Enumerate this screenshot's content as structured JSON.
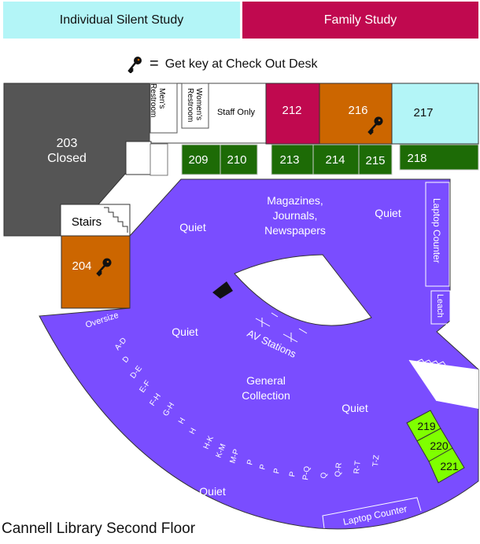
{
  "legend": {
    "individual": {
      "label": "Individual Silent Study",
      "color": "#b3f5f7"
    },
    "family": {
      "label": "Family Study",
      "color": "#c0094f"
    },
    "key_note": {
      "symbol": "=",
      "text": "Get key at Check Out Desk",
      "icon": "key-icon"
    }
  },
  "colors": {
    "closed": "#555555",
    "key_room": "#cc6600",
    "group": "#1d6b06",
    "small": "#7fff00",
    "general": "#7a4dff"
  },
  "rooms": {
    "r203": {
      "number": "203",
      "status": "Closed"
    },
    "r204": "204",
    "r209": "209",
    "r210": "210",
    "r212": "212",
    "r213": "213",
    "r214": "214",
    "r215": "215",
    "r216": "216",
    "r217": "217",
    "r218": "218",
    "r219": "219",
    "r220": "220",
    "r221": "221"
  },
  "labels": {
    "mens": [
      "Men's",
      "Restroom"
    ],
    "womens": [
      "Women's",
      "Restroom"
    ],
    "staff": "Staff Only",
    "stairs": "Stairs",
    "stairs2": "Stairs",
    "magazines": [
      "Magazines,",
      "Journals,",
      "Newspapers"
    ],
    "quiet": "Quiet",
    "laptop_counter": "Laptop Counter",
    "leach": "Leach",
    "oversize": "Oversize",
    "av": "AV Stations",
    "general": [
      "General",
      "Collection"
    ]
  },
  "call_numbers": [
    "A-D",
    "D",
    "D-E",
    "E-F",
    "F-H",
    "G-H",
    "H",
    "H",
    "H-K",
    "K-M",
    "M-P",
    "P",
    "P",
    "P",
    "P",
    "P-Q",
    "Q",
    "Q-R",
    "R-T",
    "T-Z"
  ],
  "title": "Cannell Library Second Floor"
}
